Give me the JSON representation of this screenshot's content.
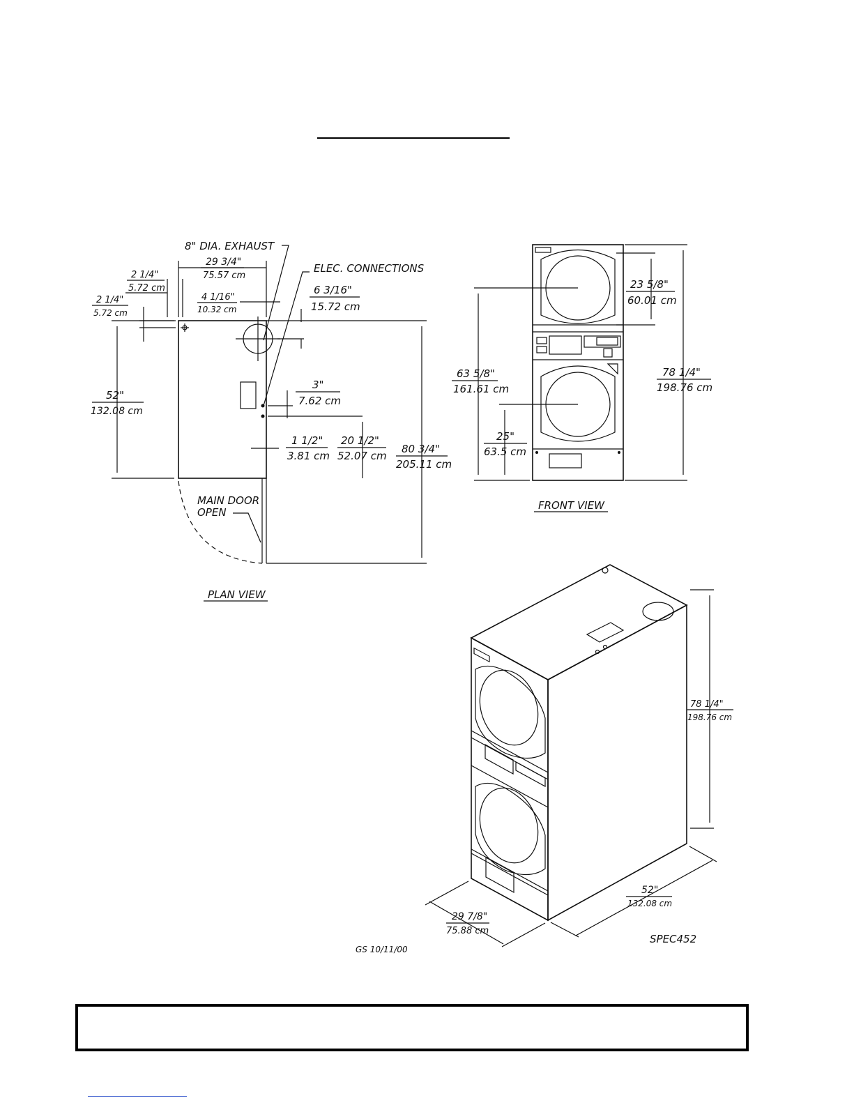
{
  "plan_view": {
    "title": "PLAN VIEW",
    "exhaust_label": "8\" DIA. EXHAUST",
    "elec_label": "ELEC. CONNECTIONS",
    "door_label_1": "MAIN DOOR",
    "door_label_2": "OPEN",
    "dims": {
      "width_in": "29 3/4\"",
      "width_cm": "75.57 cm",
      "left_off_in": "2 1/4\"",
      "left_off_cm": "5.72 cm",
      "top_off_in": "2 1/4\"",
      "top_off_cm": "5.72 cm",
      "exhaust_in": "4 1/16\"",
      "exhaust_cm": "10.32 cm",
      "elec_top_in": "6 3/16\"",
      "elec_top_cm": "15.72 cm",
      "depth_in": "52\"",
      "depth_cm": "132.08 cm",
      "elec_gap_in": "3\"",
      "elec_gap_cm": "7.62 cm",
      "elec_side_in": "1 1/2\"",
      "elec_side_cm": "3.81 cm",
      "elec_bottom_in": "20 1/2\"",
      "elec_bottom_cm": "52.07 cm",
      "door_depth_in": "80 3/4\"",
      "door_depth_cm": "205.11 cm"
    }
  },
  "front_view": {
    "title": "FRONT VIEW",
    "dims": {
      "door_in": "23 5/8\"",
      "door_cm": "60.01 cm",
      "upper_center_in": "63 5/8\"",
      "upper_center_cm": "161.61 cm",
      "height_in": "78 1/4\"",
      "height_cm": "198.76 cm",
      "lower_center_in": "25\"",
      "lower_center_cm": "63.5 cm"
    }
  },
  "iso_view": {
    "dims": {
      "height_in": "78 1/4\"",
      "height_cm": "198.76 cm",
      "depth_in": "52\"",
      "depth_cm": "132.08 cm",
      "width_in": "29 7/8\"",
      "width_cm": "75.88 cm"
    }
  },
  "footer": {
    "drawn_by": "GS 10/11/00",
    "spec_code": "SPEC452"
  }
}
